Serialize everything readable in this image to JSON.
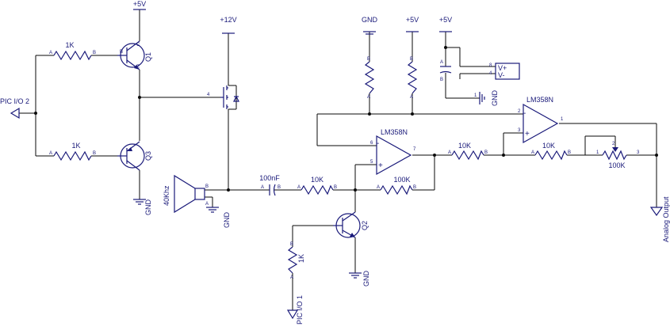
{
  "rails": {
    "vcc_q1": "+5V",
    "vcc_12": "+12V",
    "gnd_top": "GND",
    "vcc_r1": "+5V",
    "vcc_r2": "+5V"
  },
  "ports": {
    "pic_io2": "PIC I/O 2",
    "pic_io1": "PIC I/O 1",
    "analog_out": "Analog Output"
  },
  "components": {
    "r_q1": "1K",
    "r_q3": "1K",
    "r_q2": "1K",
    "q1": "Q1",
    "q3": "Q3",
    "q2": "Q2",
    "gnd_q3": "GND",
    "gnd_tx": "GND",
    "gnd_q2": "GND",
    "gnd_cap": "GND",
    "transducer": "40Khz",
    "cap": "100nF",
    "r_in": "10K",
    "r_fb": "100K",
    "op1": "LM358N",
    "op2": "LM358N",
    "r_mid": "10K",
    "r_out": "10K",
    "pot": "100K",
    "vplus": "V+",
    "vminus": "V-"
  },
  "pins": {
    "a": "A",
    "b": "B",
    "op1_6": "6",
    "op1_5": "5",
    "op1_7": "7",
    "op2_2": "2",
    "op2_3": "3",
    "op2_1": "1",
    "pwr_8": "8",
    "pwr_4": "4",
    "gnd_1": "1",
    "fet_4": "4",
    "pot_1": "1",
    "pot_2": "2",
    "pot_3": "3",
    "minus": "-",
    "plus": "+"
  }
}
